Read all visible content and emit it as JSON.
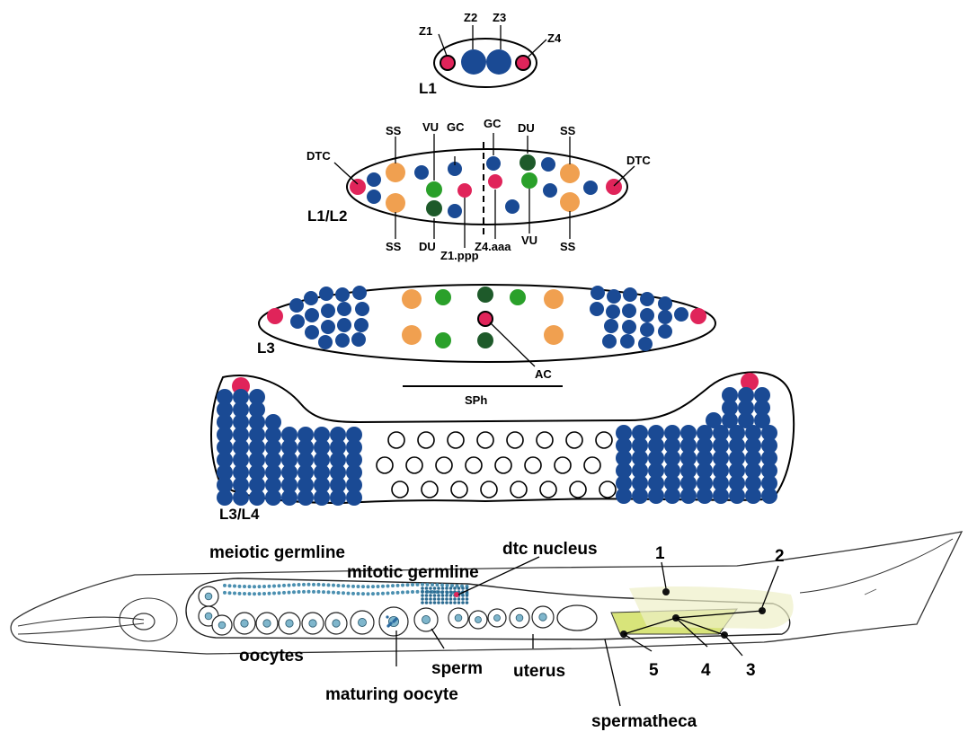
{
  "colors": {
    "germline_nucleus": "#1a4a94",
    "dtc": "#e0245a",
    "somatic_sheath": "#f0a050",
    "ventral_uterine": "#2aa02a",
    "dorsal_uterine": "#1e5a2a",
    "spermatheca_fill": "#d8e47a"
  },
  "panels": {
    "l1": {
      "stage_label": "L1",
      "cells": {
        "z1": "Z1",
        "z2": "Z2",
        "z3": "Z3",
        "z4": "Z4"
      }
    },
    "l1l2": {
      "stage_label": "L1/L2",
      "top_labels": {
        "ss_left": "SS",
        "vu": "VU",
        "gc_left": "GC",
        "gc_right": "GC",
        "du": "DU",
        "ss_right": "SS"
      },
      "side_labels": {
        "dtc_left": "DTC",
        "dtc_right": "DTC"
      },
      "bottom_labels": {
        "ss_left": "SS",
        "du": "DU",
        "z1ppp": "Z1.ppp",
        "z4aaa": "Z4.aaa",
        "vu": "VU",
        "ss_right": "SS"
      }
    },
    "l3": {
      "stage_label": "L3",
      "ac_label": "AC",
      "sph_label": "SPh"
    },
    "l3l4": {
      "stage_label": "L3/L4"
    },
    "adult": {
      "labels": {
        "meiotic_germline": "meiotic germline",
        "mitotic_germline": "mitotic germline",
        "dtc_nucleus": "dtc nucleus",
        "oocytes": "oocytes",
        "sperm": "sperm",
        "uterus": "uterus",
        "maturing_oocyte": "maturing oocyte",
        "spermatheca": "spermatheca"
      },
      "numbers": {
        "n1": "1",
        "n2": "2",
        "n3": "3",
        "n4": "4",
        "n5": "5"
      }
    }
  }
}
